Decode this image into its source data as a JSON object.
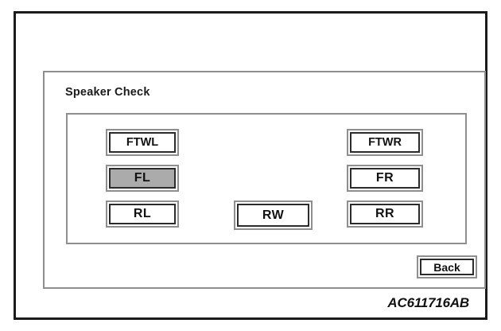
{
  "figure": {
    "reference_code": "AC611716AB"
  },
  "panel": {
    "title": "Speaker Check",
    "back_label": "Back"
  },
  "speakers": {
    "left_column": [
      {
        "id": "ftwl",
        "label": "FTWL",
        "selected": false
      },
      {
        "id": "fl",
        "label": "FL",
        "selected": true
      },
      {
        "id": "rl",
        "label": "RL",
        "selected": false
      }
    ],
    "center_column": [
      {
        "id": "rw",
        "label": "RW",
        "selected": false
      }
    ],
    "right_column": [
      {
        "id": "ftwr",
        "label": "FTWR",
        "selected": false
      },
      {
        "id": "fr",
        "label": "FR",
        "selected": false
      },
      {
        "id": "rr",
        "label": "RR",
        "selected": false
      }
    ]
  },
  "colors": {
    "selected_fill": "#ababab",
    "button_border": "#2b2b2b",
    "panel_border": "#8e8e8e",
    "frame_border": "#1b1b1b",
    "text": "#111111"
  }
}
